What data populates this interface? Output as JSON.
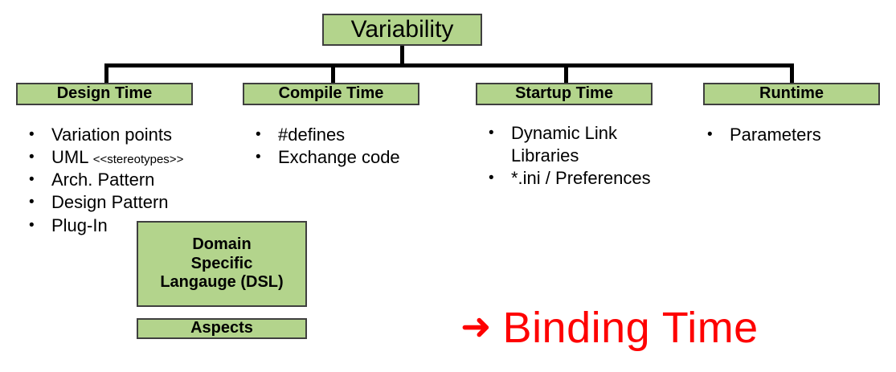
{
  "diagram": {
    "root": {
      "label": "Variability"
    },
    "phases": [
      {
        "id": "design-time",
        "label": "Design Time"
      },
      {
        "id": "compile-time",
        "label": "Compile Time"
      },
      {
        "id": "startup-time",
        "label": "Startup Time"
      },
      {
        "id": "runtime",
        "label": "Runtime"
      }
    ],
    "bullets": {
      "design_time": [
        {
          "text": "Variation points",
          "suffix": ""
        },
        {
          "text": "UML ",
          "suffix": "<<stereotypes>>"
        },
        {
          "text": "Arch. Pattern",
          "suffix": ""
        },
        {
          "text": "Design Pattern",
          "suffix": ""
        },
        {
          "text": "Plug-In",
          "suffix": ""
        }
      ],
      "compile_time": [
        {
          "text": "#defines",
          "suffix": ""
        },
        {
          "text": "Exchange code",
          "suffix": ""
        }
      ],
      "startup_time": [
        {
          "text": "Dynamic Link Libraries",
          "suffix": ""
        },
        {
          "text": "*.ini / Preferences",
          "suffix": ""
        }
      ],
      "runtime": [
        {
          "text": "Parameters",
          "suffix": ""
        }
      ]
    },
    "extra_boxes": {
      "dsl": {
        "line1": "Domain",
        "line2": "Specific",
        "line3": "Langauge (DSL)"
      },
      "aspects": {
        "label": "Aspects"
      }
    },
    "callout": {
      "arrow_glyph": "➜",
      "label": "Binding Time"
    },
    "bullet_glyph": "•",
    "colors": {
      "box_fill": "#b3d48c",
      "box_border": "#3f3f3f",
      "connector": "#000000",
      "callout": "#fe0000",
      "text": "#000000",
      "background": "#ffffff"
    }
  }
}
